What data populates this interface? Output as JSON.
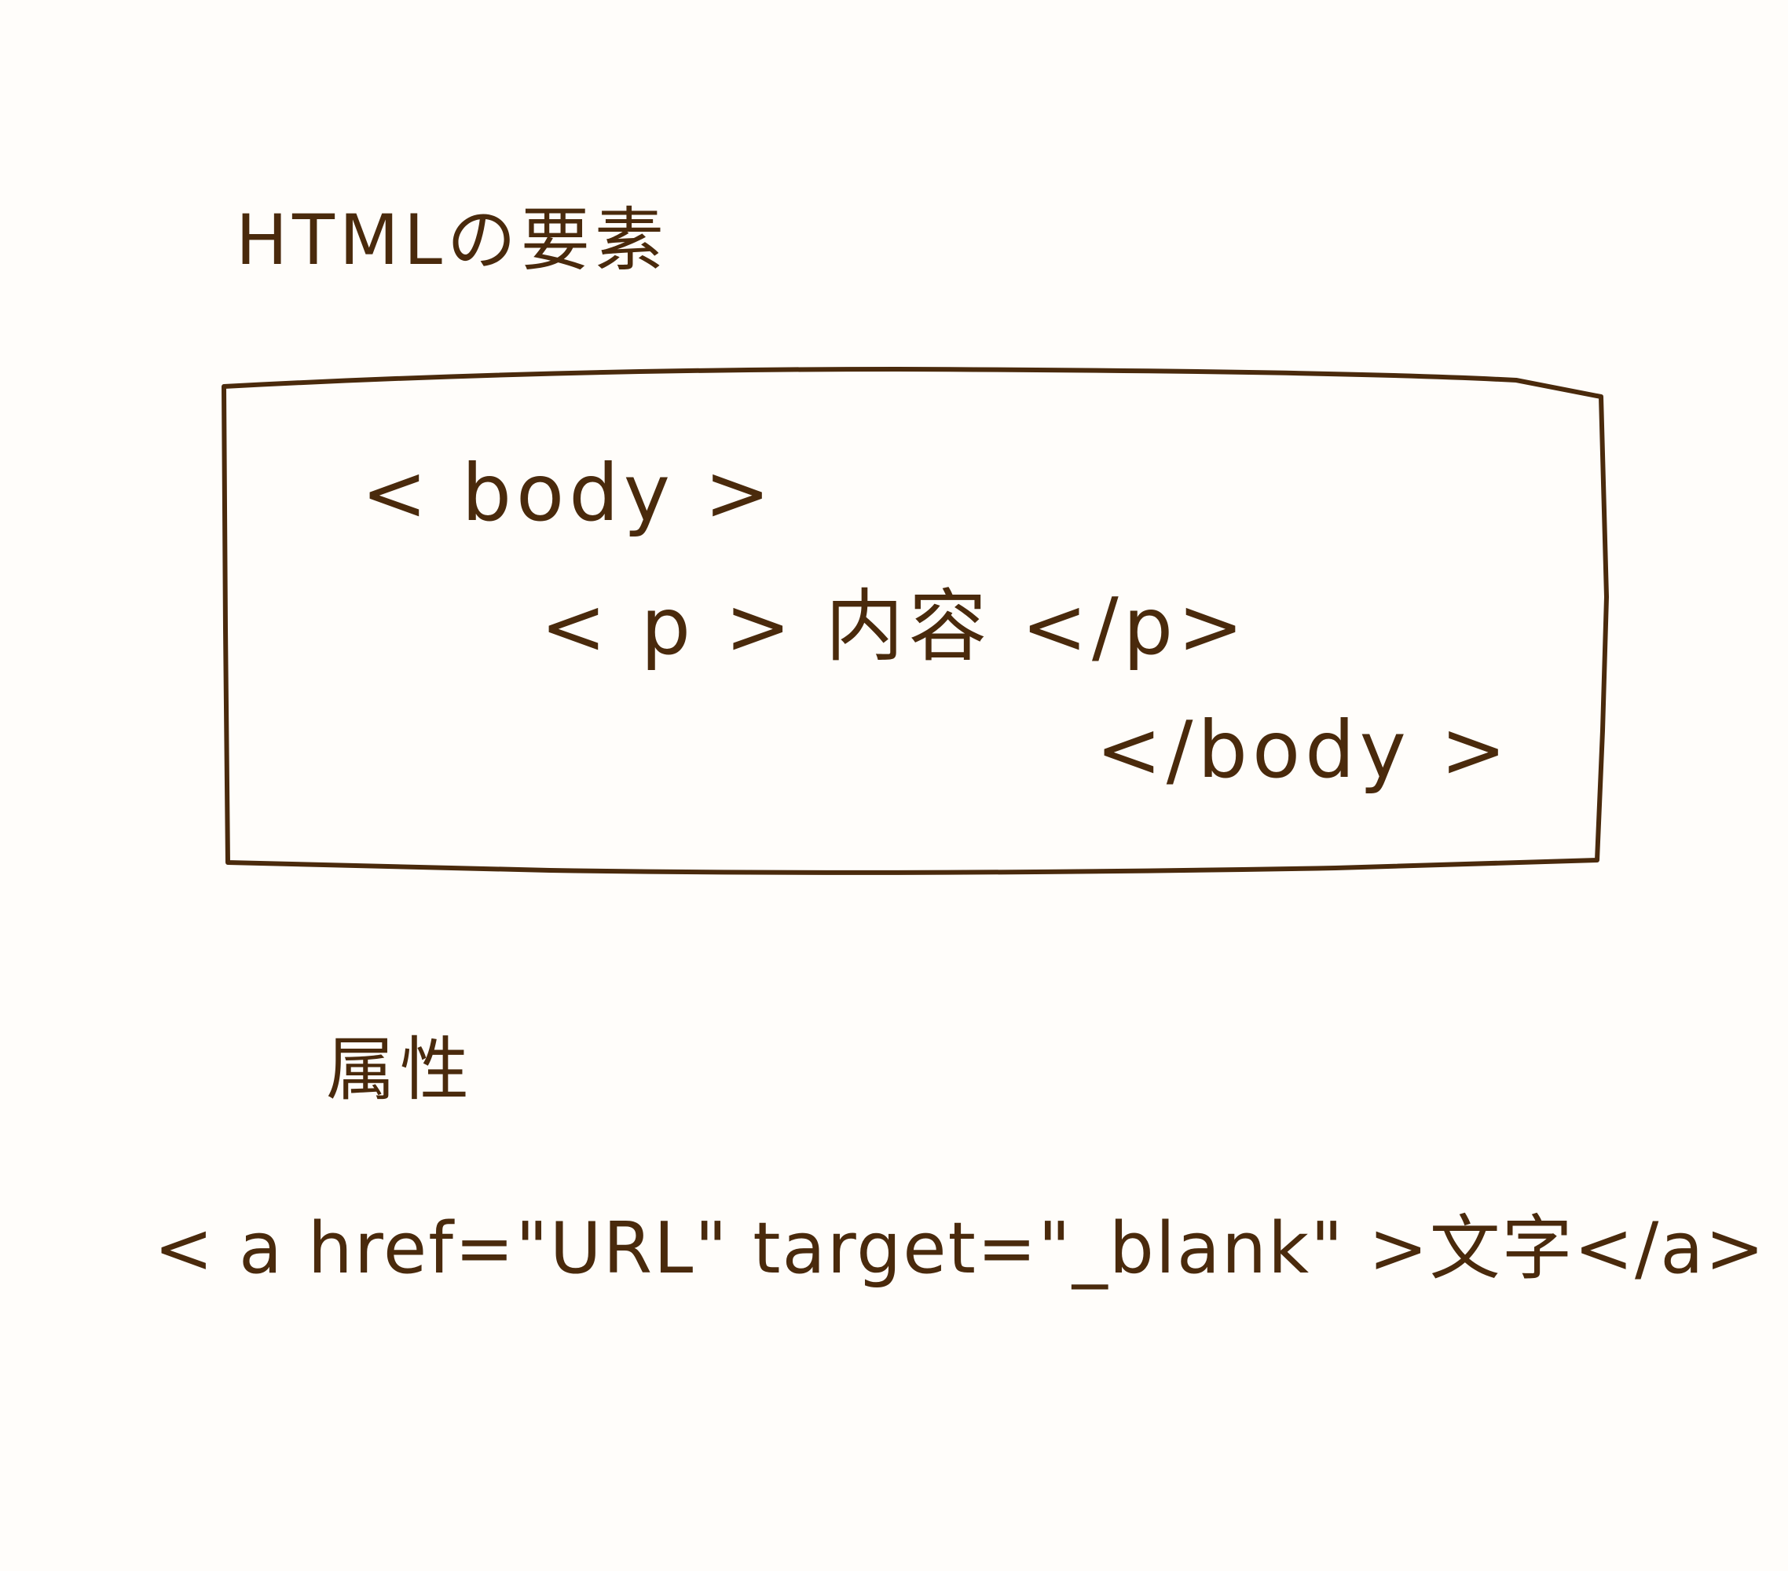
{
  "sketch": {
    "heading_elements": "HTMLの要素",
    "body_open": "< body >",
    "p_line": "< p > 内容 </p>",
    "body_close": "</body >",
    "heading_attributes": "属性",
    "anchor_line": "< a href=\"URL\" target=\"_blank\" >文字</a>"
  },
  "colors": {
    "ink": "#4a2a0c",
    "paper": "#fffdfa"
  }
}
